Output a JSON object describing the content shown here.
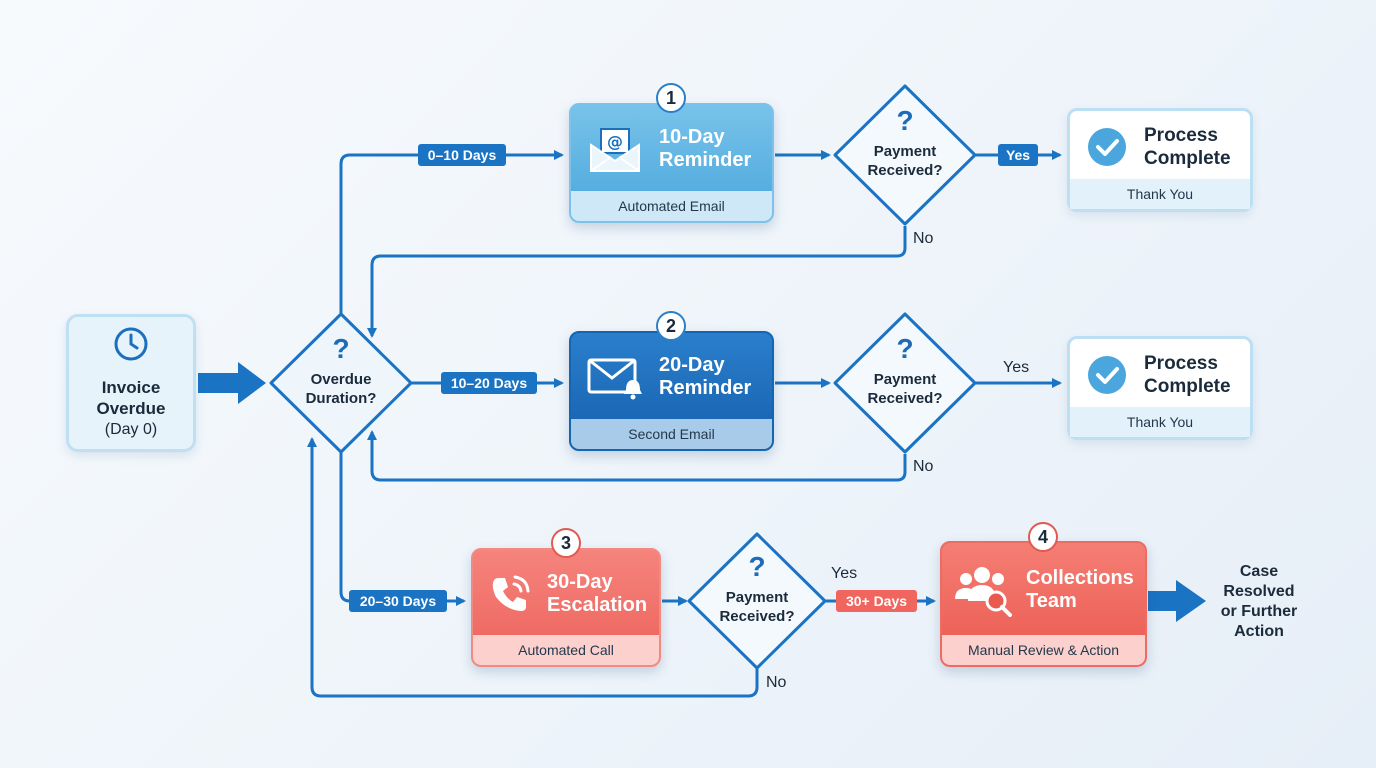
{
  "start": {
    "title_line1": "Invoice",
    "title_line2": "Overdue",
    "subtitle": "(Day 0)",
    "icon": "clock-icon"
  },
  "decision_main": {
    "symbol": "?",
    "label_line1": "Overdue",
    "label_line2": "Duration?"
  },
  "ranges": {
    "r1": "0–10 Days",
    "r2": "10–20 Days",
    "r3": "20–30 Days",
    "r4": "30+ Days"
  },
  "steps": [
    {
      "number": "1",
      "title_line1": "10-Day",
      "title_line2": "Reminder",
      "caption": "Automated Email",
      "icon": "email-at-icon"
    },
    {
      "number": "2",
      "title_line1": "20-Day",
      "title_line2": "Reminder",
      "caption": "Second Email",
      "icon": "email-bell-icon"
    },
    {
      "number": "3",
      "title_line1": "30-Day",
      "title_line2": "Escalation",
      "caption": "Automated Call",
      "icon": "phone-icon"
    },
    {
      "number": "4",
      "title_line1": "Collections",
      "title_line2": "Team",
      "caption": "Manual Review & Action",
      "icon": "team-search-icon"
    }
  ],
  "decisions": [
    {
      "symbol": "?",
      "label_line1": "Payment",
      "label_line2": "Received?"
    },
    {
      "symbol": "?",
      "label_line1": "Payment",
      "label_line2": "Received?"
    },
    {
      "symbol": "?",
      "label_line1": "Payment",
      "label_line2": "Received?"
    }
  ],
  "yes": "Yes",
  "no": "No",
  "complete": [
    {
      "title_line1": "Process",
      "title_line2": "Complete",
      "caption": "Thank You",
      "icon": "check-circle-icon"
    },
    {
      "title_line1": "Process",
      "title_line2": "Complete",
      "caption": "Thank You",
      "icon": "check-circle-icon"
    }
  ],
  "end": {
    "line1": "Case",
    "line2": "Resolved",
    "line3": "or Further",
    "line4": "Action"
  },
  "colors": {
    "flow_blue": "#1b73c3",
    "light_blue": "#7cc2ea",
    "red": "#ec625b"
  }
}
